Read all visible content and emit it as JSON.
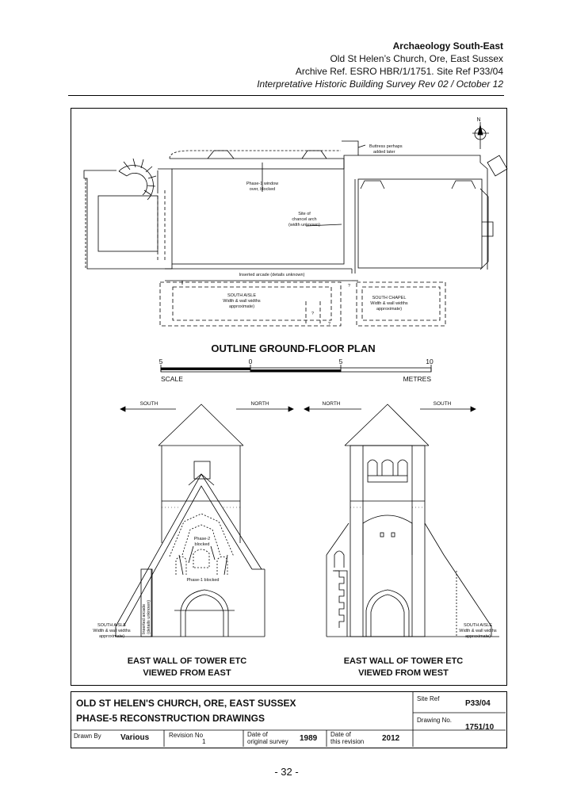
{
  "header": {
    "organisation": "Archaeology South-East",
    "site_line": "Old St Helen’s Church, Ore, East Sussex",
    "archive_line": "Archive Ref. ESRO HBR/1/1751.  Site Ref P33/04",
    "report_line": "Interpretative Historic Building Survey Rev 02 / October 12"
  },
  "plan": {
    "title": "OUTLINE GROUND-FLOOR PLAN",
    "north_label": "N",
    "notes": {
      "buttress_1": "Buttress perhaps",
      "buttress_2": "added later",
      "window_1": "Phase-1 window",
      "window_2": "over, blocked",
      "chancel_1": "Site of",
      "chancel_2": "chancel arch",
      "chancel_3": "(width unknown)",
      "arcade": "Inserted arcade (details unknown)",
      "aisle_1": "SOUTH AISLE",
      "aisle_2": "Width & wall widths",
      "aisle_3": "approximate)",
      "chapel_1": "SOUTH CHAPEL",
      "chapel_2": "Width & wall widths",
      "chapel_3": "approximate)",
      "q": "?"
    }
  },
  "scale": {
    "ticks": [
      "5",
      "0",
      "5",
      "10"
    ],
    "left_label": "SCALE",
    "right_label": "METRES"
  },
  "elevation_east": {
    "arrow_left": "SOUTH",
    "arrow_right": "NORTH",
    "phase2_1": "Phase-2",
    "phase2_2": "blocked",
    "phase1": "Phase-1 blocked",
    "arcade_v1": "Inserted arcade",
    "arcade_v2": "(details unknown)",
    "aisle_1": "SOUTH AISLE",
    "aisle_2": "Width & wall widths",
    "aisle_3": "approximate)",
    "caption_1": "EAST WALL OF TOWER ETC",
    "caption_2": "VIEWED FROM EAST"
  },
  "elevation_west": {
    "arrow_left": "NORTH",
    "arrow_right": "SOUTH",
    "aisle_1": "SOUTH AISLE",
    "aisle_2": "Width & wall widths",
    "aisle_3": "approximate)",
    "caption_1": "EAST WALL OF TOWER ETC",
    "caption_2": "VIEWED FROM WEST"
  },
  "title_block": {
    "title_1": "OLD ST HELEN'S CHURCH, ORE, EAST SUSSEX",
    "title_2": "PHASE-5 RECONSTRUCTION DRAWINGS",
    "site_ref_label": "Site Ref",
    "site_ref_value": "P33/04",
    "drawing_no_label": "Drawing No.",
    "drawing_no_value": "1751/10",
    "drawn_by_label": "Drawn By",
    "drawn_by_value": "Various",
    "revision_label": "Revision No",
    "revision_value": "1",
    "survey_label_1": "Date of",
    "survey_label_2": "original survey",
    "survey_value": "1989",
    "revision_date_label_1": "Date of",
    "revision_date_label_2": "this revision",
    "revision_date_value": "2012"
  },
  "page_number": "- 32 -"
}
